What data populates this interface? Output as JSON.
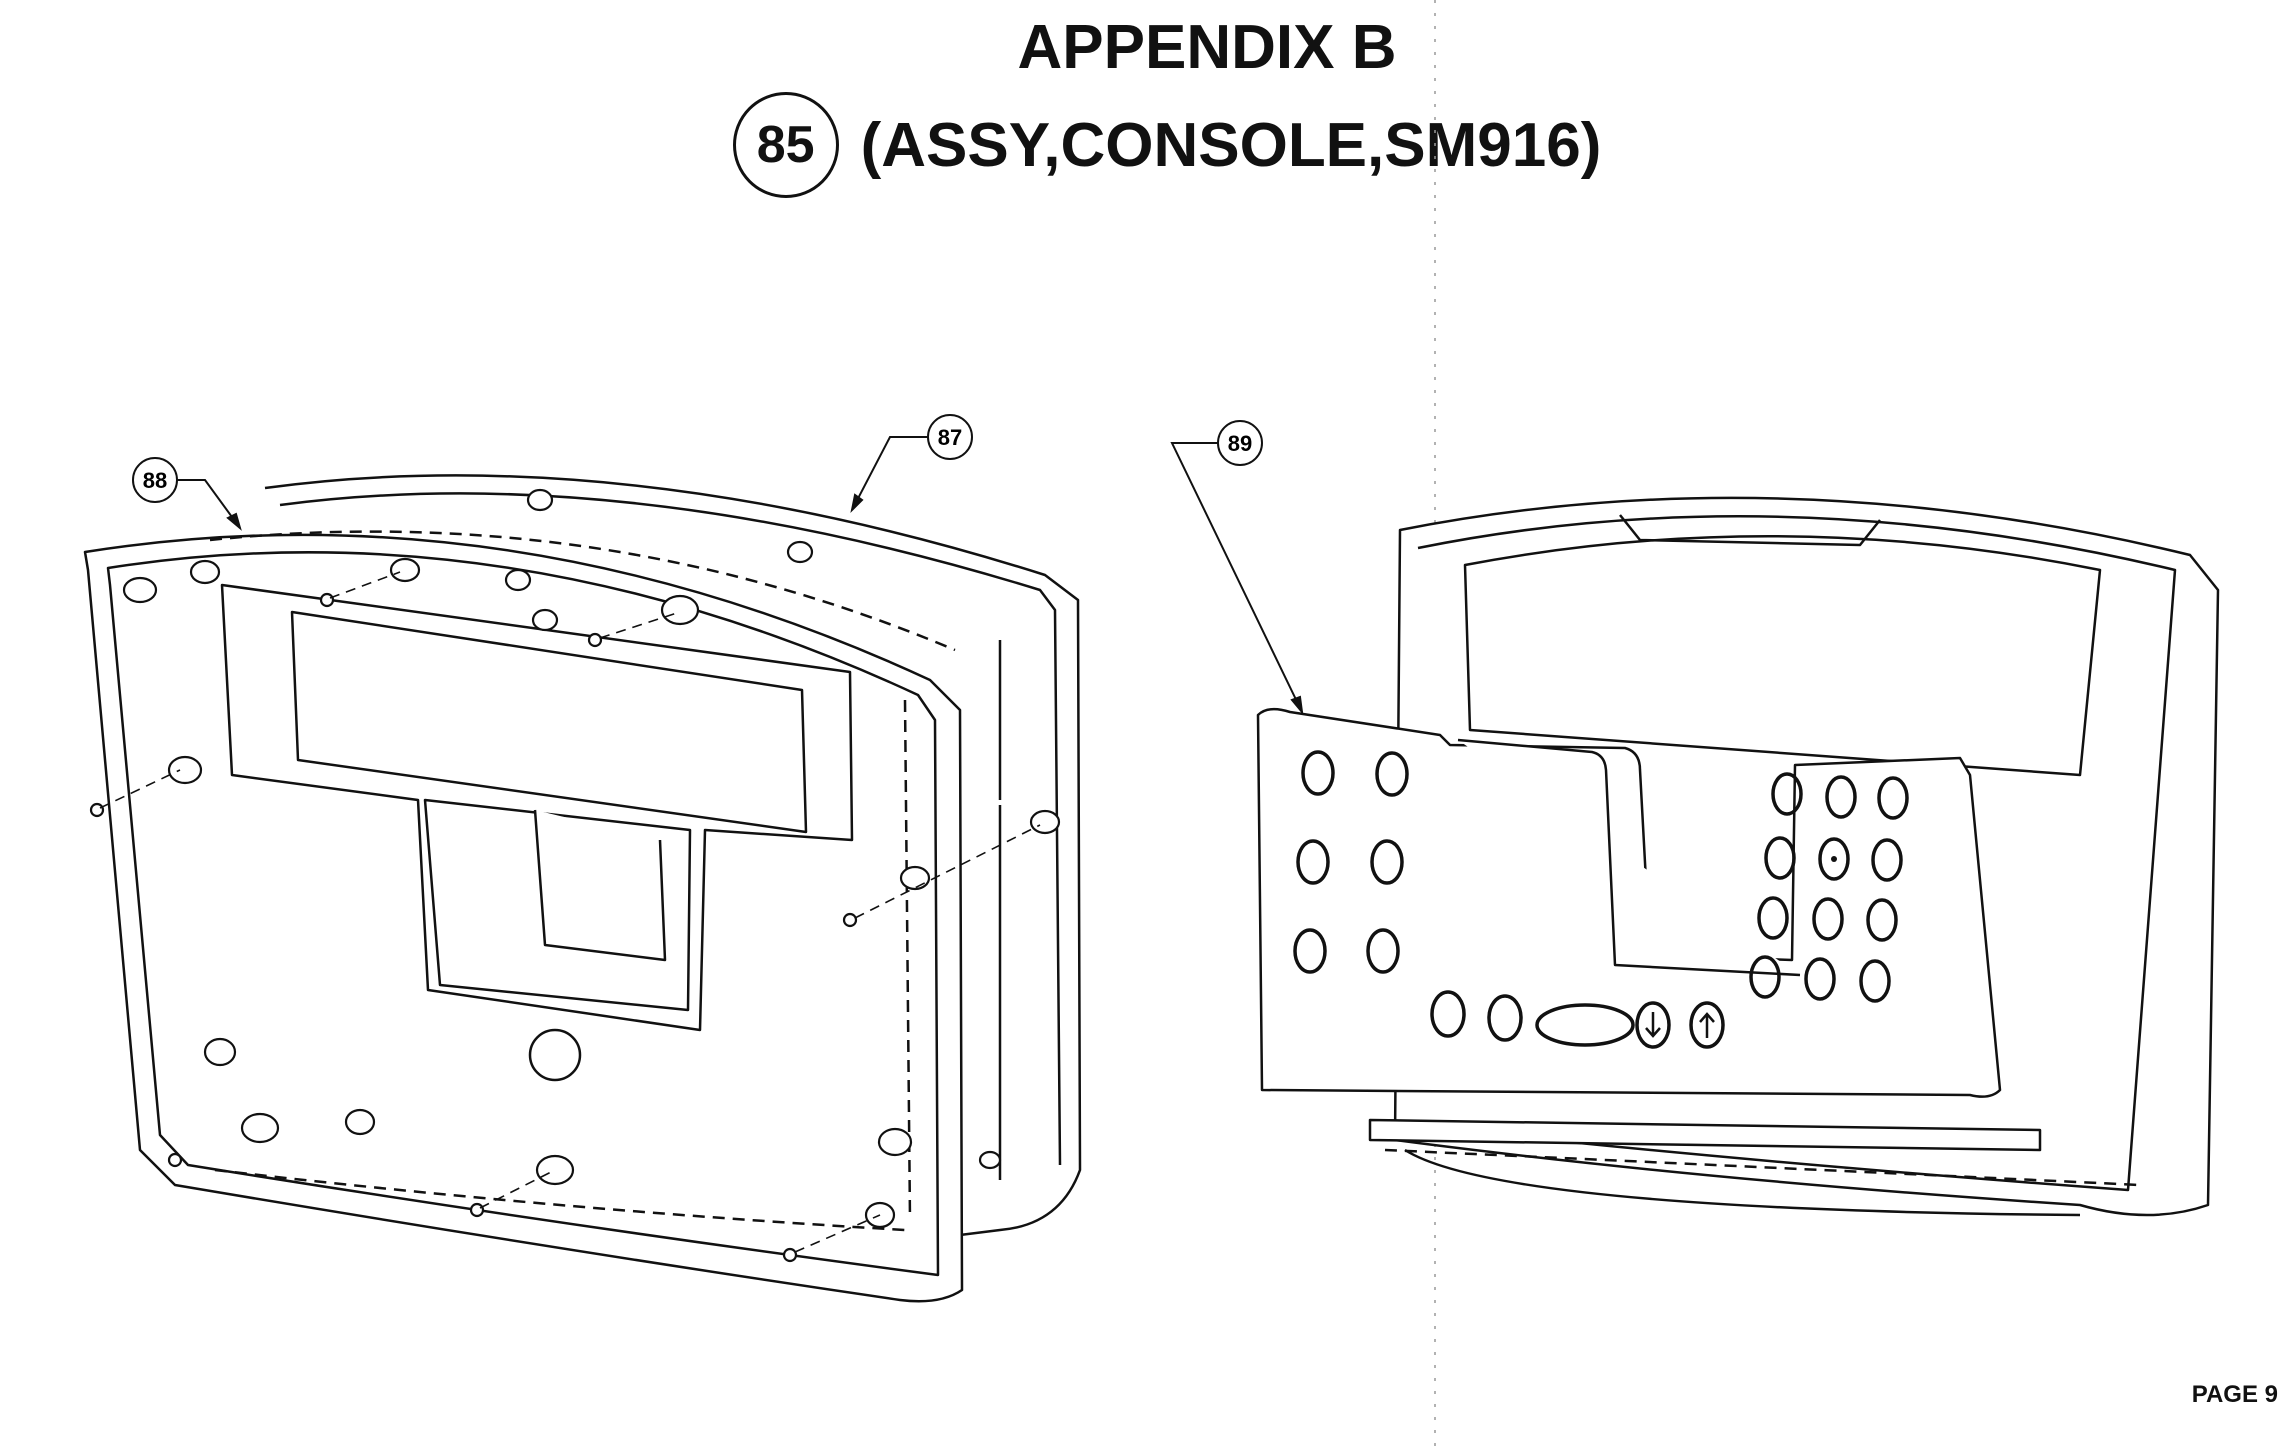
{
  "header": {
    "title": "APPENDIX B",
    "assembly_callout": "85",
    "assembly_name": "(ASSY,CONSOLE,SM916)"
  },
  "callouts": [
    {
      "id": "88"
    },
    {
      "id": "87"
    },
    {
      "id": "89"
    }
  ],
  "footer": {
    "page_label": "PAGE 9"
  }
}
